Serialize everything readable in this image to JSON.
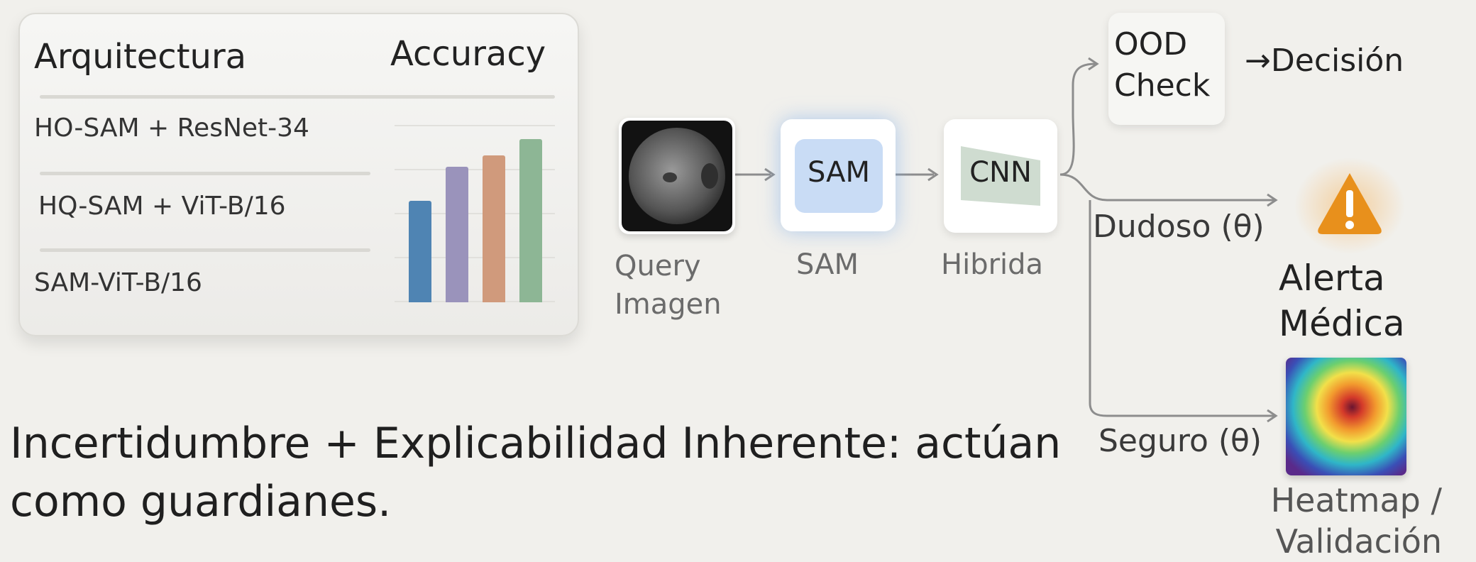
{
  "table": {
    "header_arch": "Arquitectura",
    "header_acc": "Accuracy",
    "rows": [
      "HO-SAM + ResNet-34",
      "HQ-SAM + ViT-B/16",
      "SAM-ViT-B/16"
    ]
  },
  "bars": [
    {
      "level": 0.62,
      "color": "#4f84b3"
    },
    {
      "level": 0.83,
      "color": "#9a93bb"
    },
    {
      "level": 0.9,
      "color": "#d09a7c"
    },
    {
      "level": 1.0,
      "color": "#8db695"
    }
  ],
  "pipeline": {
    "query_caption": [
      "Query",
      "Imagen"
    ],
    "sam_box": "SAM",
    "sam_caption": "SAM",
    "cnn_box": "CNN",
    "cnn_caption": "Hibrida",
    "ood_box": [
      "OOD",
      "Check"
    ],
    "decision": "→Decisión",
    "dudoso": "Dudoso (θ)",
    "alerta": [
      "Alerta",
      "Médica"
    ],
    "seguro": "Seguro (θ)",
    "heatmap_caption": [
      "Heatmap /",
      "Validación"
    ]
  },
  "bottom": {
    "line1": "Incertidumbre + Explicabilidad Inherente:  actúan",
    "line2": "como guardianes."
  },
  "colors": {
    "warning": "#e8901c",
    "sam_fill": "#c9dcf5",
    "connector": "#8d8d8d"
  }
}
